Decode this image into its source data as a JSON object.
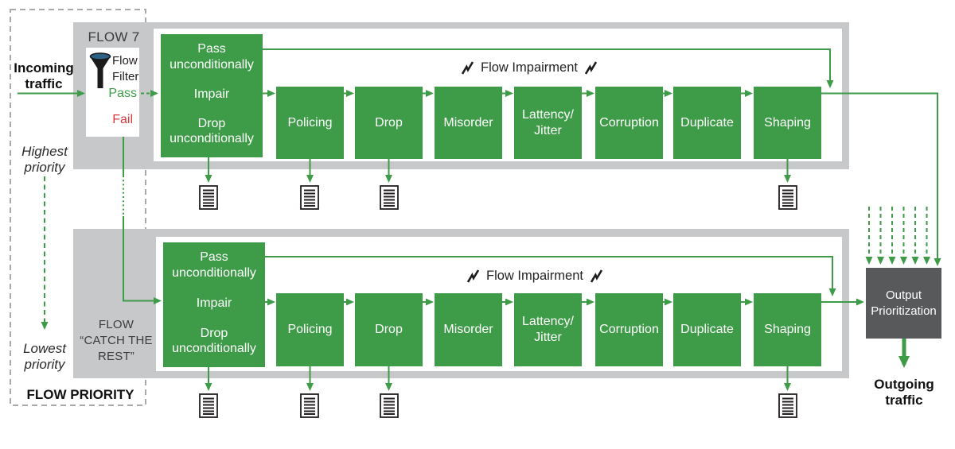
{
  "labels": {
    "incoming": "Incoming\ntraffic",
    "outgoing": "Outgoing\ntraffic",
    "highest": "Highest\npriority",
    "lowest": "Lowest\npriority",
    "flow_priority": "FLOW PRIORITY",
    "flow_impairment": "Flow Impairment",
    "output_prioritization": "Output\nPrioritization"
  },
  "flow_top": {
    "title": "FLOW 7",
    "filter": {
      "name": "Flow\nFilter",
      "pass": "Pass",
      "fail": "Fail"
    },
    "classifier": {
      "pass": "Pass\nunconditionally",
      "impair": "Impair",
      "drop": "Drop\nunconditionally"
    },
    "stages": [
      "Policing",
      "Drop",
      "Misorder",
      "Lattency/\nJitter",
      "Corruption",
      "Duplicate",
      "Shaping"
    ]
  },
  "flow_bottom": {
    "title": "FLOW\n“CATCH THE\nREST”",
    "classifier": {
      "pass": "Pass\nunconditionally",
      "impair": "Impair",
      "drop": "Drop\nunconditionally"
    },
    "stages": [
      "Policing",
      "Drop",
      "Misorder",
      "Lattency/\nJitter",
      "Corruption",
      "Duplicate",
      "Shaping"
    ]
  },
  "icons": {
    "filter": "funnel-icon",
    "impairment": "lightning-icon",
    "log": "document-icon"
  },
  "colors": {
    "green": "#3e9b48",
    "panel_gray": "#c7c8ca",
    "dark_gray_box": "#58595b",
    "dashed_border_gray": "#a7a9ac",
    "fail_red": "#d8393f",
    "funnel_blue": "#2d6287"
  }
}
